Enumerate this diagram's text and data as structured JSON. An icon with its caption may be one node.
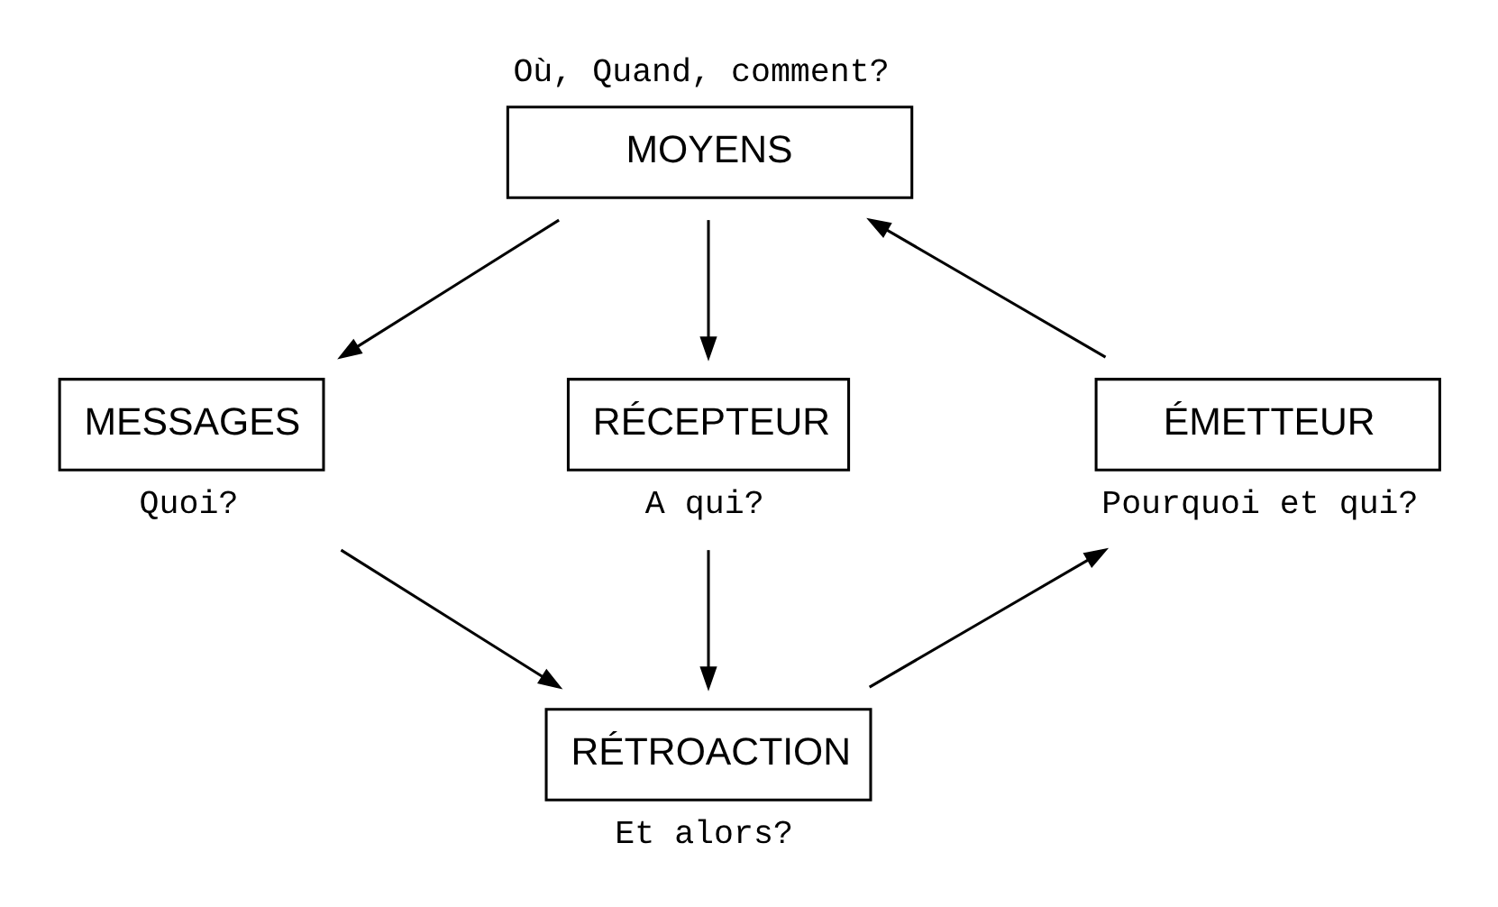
{
  "diagram": {
    "nodes": [
      {
        "text": [
          "MOYENS"
        ],
        "beside": [
          "Où, Quand, comment?"
        ]
      },
      {
        "text": [
          "ÉMETTEUR"
        ],
        "beside": [
          "Pourquoi et qui?"
        ]
      },
      {
        "text": [
          "MESSAGES"
        ],
        "beside": [
          "Quoi?"
        ]
      },
      {
        "text": [
          "RÉCEPTEUR"
        ],
        "beside": [
          "A qui?"
        ]
      },
      {
        "text": [
          "RÉTROACTION"
        ],
        "beside": [
          "Et alors?"
        ]
      }
    ],
    "edges": [
      {
        "from": 1,
        "to": 0,
        "arrow": "to"
      },
      {
        "from": 0,
        "to": 2,
        "arrow": "to"
      },
      {
        "from": 0,
        "to": 3,
        "arrow": "to"
      },
      {
        "from": 2,
        "to": 4,
        "arrow": "to"
      },
      {
        "from": 3,
        "to": 4,
        "arrow": "to"
      },
      {
        "from": 4,
        "to": 1,
        "arrow": "to"
      }
    ]
  }
}
